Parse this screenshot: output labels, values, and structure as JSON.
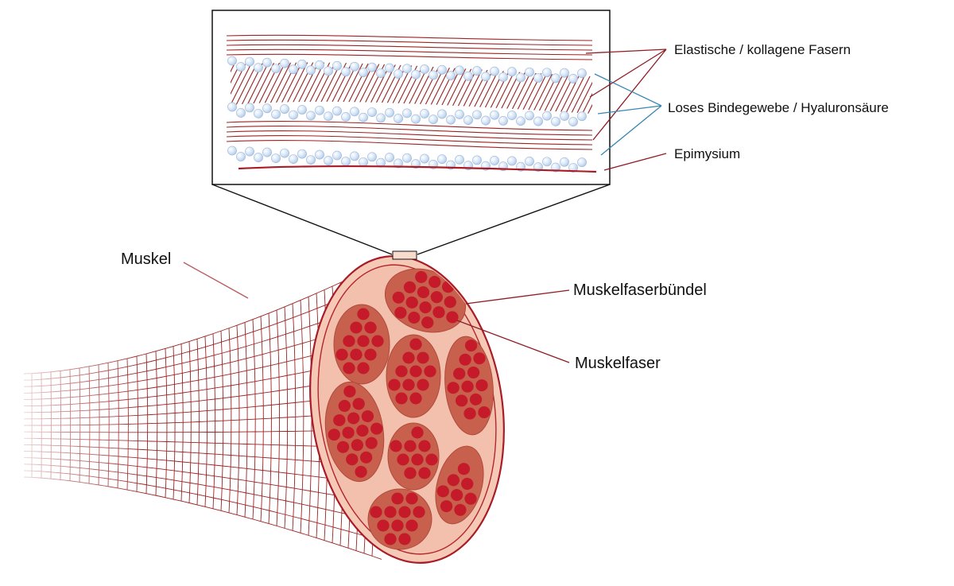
{
  "labels": {
    "elastische_fasern": "Elastische / kollagene Fasern",
    "loses_bindegewebe": "Loses Bindegewebe / Hyaluronsäure",
    "epimysium": "Epimysium",
    "muskel": "Muskel",
    "muskelfaserbuendel": "Muskelfaserbündel",
    "muskelfaser": "Muskelfaser"
  },
  "colors": {
    "fiber_line": "#9a2424",
    "fiber_dark": "#c41a2a",
    "bundle_fill": "#c8604e",
    "tissue_fill": "#f2c0ac",
    "sheath_fill": "#f6c9b6",
    "epimysium_line": "#a81c28",
    "hyaluron_bead": "#c9dcf2",
    "blue_leader": "#3a86b0",
    "red_leader": "#8e1c24",
    "callout_line": "#111111"
  }
}
